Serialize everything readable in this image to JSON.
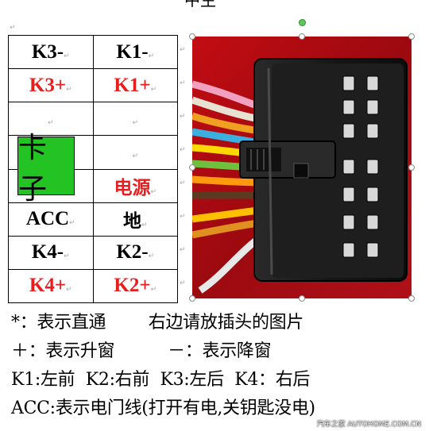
{
  "colors": {
    "red_text": "#e81d1d",
    "clip_green": "#22c322",
    "paragraph_mark": "#a8a8a8"
  },
  "header_fragment": "中生",
  "pin_rows": [
    {
      "left": "K3-",
      "left_color": "black",
      "right": "K1-",
      "right_color": "black"
    },
    {
      "left": "K3+",
      "left_color": "red",
      "right": "K1+",
      "right_color": "red"
    },
    {
      "left": "",
      "left_color": "black",
      "right": "",
      "right_color": "black"
    },
    {
      "left": "",
      "left_color": "black",
      "right": "",
      "right_color": "black"
    },
    {
      "left": "",
      "left_color": "black",
      "right": "电源",
      "right_color": "red"
    },
    {
      "left": "ACC",
      "left_color": "black",
      "right": "地",
      "right_color": "black"
    },
    {
      "left": "K4-",
      "left_color": "black",
      "right": "K2-",
      "right_color": "black"
    },
    {
      "left": "K4+",
      "left_color": "red",
      "right": "K2+",
      "right_color": "red"
    }
  ],
  "clip_label": "卡子",
  "legend": {
    "line1": "*：表示直通        右边请放插头的图片",
    "line2": "＋：表示升窗          －：表示降窗",
    "line3": "K1:左前  K2:右前  K3:左后  K4：右后",
    "line4": "ACC:表示电门线(打开有电,关钥匙没电)"
  },
  "watermark": "汽车之家 AUTOHOME.COM.CN"
}
